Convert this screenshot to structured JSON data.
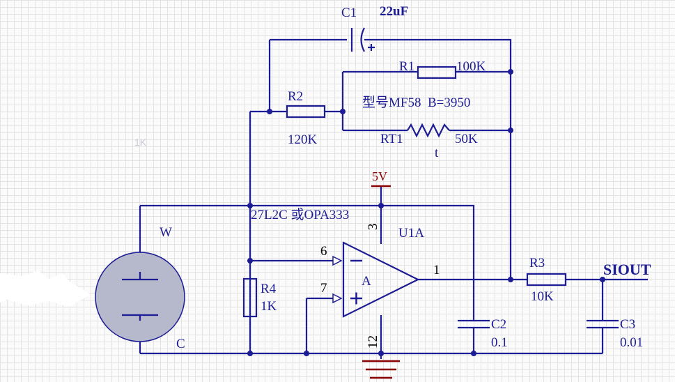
{
  "components": {
    "c1": {
      "ref": "C1",
      "value": "22uF"
    },
    "r1": {
      "ref": "R1",
      "value": "100K"
    },
    "r2": {
      "ref": "R2",
      "value": "120K"
    },
    "rt1": {
      "ref": "RT1",
      "value": "50K",
      "symbol": "t",
      "model": "型号MF58  B=3950"
    },
    "r3": {
      "ref": "R3",
      "value": "10K"
    },
    "r4": {
      "ref": "R4",
      "value": "1K"
    },
    "c2": {
      "ref": "C2",
      "value": "0.1"
    },
    "c3": {
      "ref": "C3",
      "value": "0.01"
    },
    "u1a": {
      "ref": "U1A",
      "part": "27L2C 或OPA333",
      "label": "A",
      "pins": {
        "inv": "6",
        "noninv": "7",
        "out": "1",
        "vcc": "3",
        "gnd": "12"
      }
    },
    "sensor": {
      "w_label": "W",
      "c_label": "C"
    }
  },
  "power": {
    "vcc_label": "5V"
  },
  "output": {
    "label": "SIOUT"
  },
  "stray_label": "1K",
  "colors": {
    "wire": "#1c1c94",
    "power": "#8b0000",
    "sensor_fill": "#b6b8cc",
    "pin_arrow": "#1c1c94"
  }
}
